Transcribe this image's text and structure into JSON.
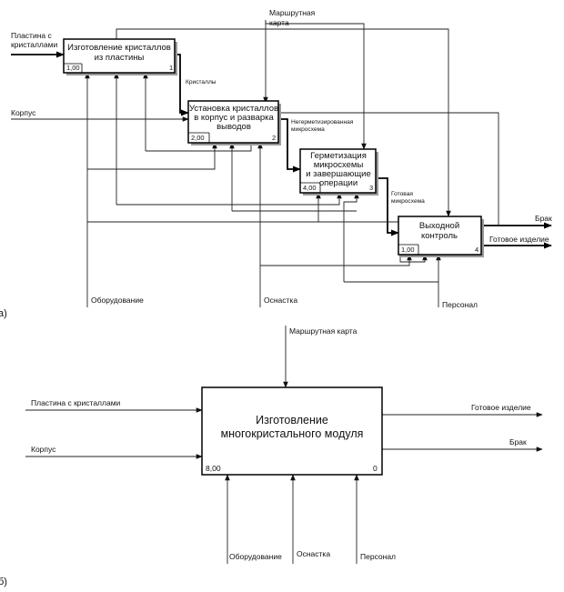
{
  "part_a": {
    "part_label": "а)",
    "blocks": [
      {
        "title_lines": [
          "Изготовление кристаллов",
          "из пластины"
        ],
        "cost": "1,00",
        "number": "1"
      },
      {
        "title_lines": [
          "Установка кристаллов",
          "в корпус и разварка",
          "выводов"
        ],
        "cost": "2,00",
        "number": "2"
      },
      {
        "title_lines": [
          "Герметизация",
          "микросхемы",
          "и завершающие",
          "операции"
        ],
        "cost": "4,00",
        "number": "3"
      },
      {
        "title_lines": [
          "Выходной",
          "контроль"
        ],
        "cost": "1,00",
        "number": "4"
      }
    ],
    "inputs": {
      "plate_lines": [
        "Пластина с",
        "кристаллами"
      ],
      "case": "Корпус"
    },
    "control_lines": [
      "Маршрутная",
      "карта"
    ],
    "flows": {
      "crystals": "Кристаллы",
      "unsealed_lines": [
        "Негерметизированная",
        "микросхема"
      ],
      "finished_chip_lines": [
        "Готовая",
        "микросхема"
      ]
    },
    "outputs": {
      "reject": "Брак",
      "product": "Готовое изделие"
    },
    "mechanisms": {
      "equipment": "Оборудование",
      "tooling": "Оснастка",
      "personnel": "Персонал"
    }
  },
  "part_b": {
    "part_label": "б)",
    "block": {
      "title_lines": [
        "Изготовление",
        "многокристального модуля"
      ],
      "cost": "8,00",
      "number": "0"
    },
    "control": "Маршрутная карта",
    "inputs": {
      "plate": "Пластина с кристаллами",
      "case": "Корпус"
    },
    "outputs": {
      "product": "Готовое изделие",
      "reject": "Брак"
    },
    "mechanisms": {
      "equipment": "Оборудование",
      "tooling": "Оснастка",
      "personnel": "Персонал"
    }
  }
}
